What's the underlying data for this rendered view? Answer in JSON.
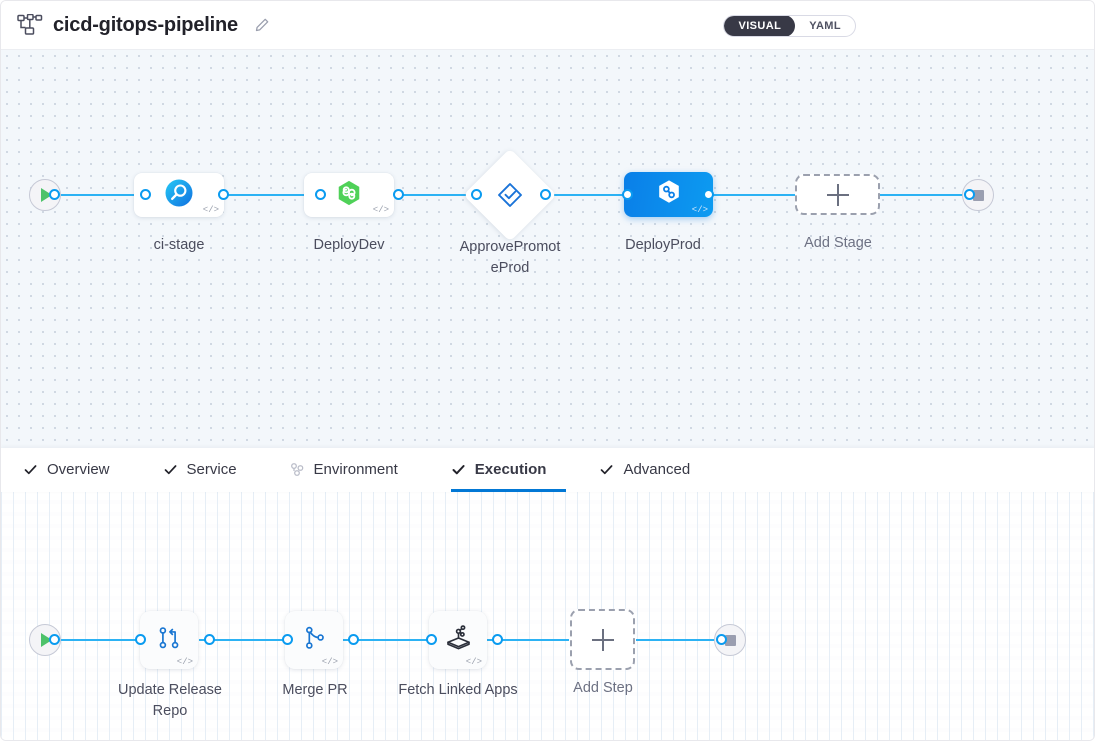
{
  "header": {
    "icon": "pipeline-nodes-icon",
    "title": "cicd-gitops-pipeline",
    "edit_icon": "pencil-icon",
    "mode_toggle": {
      "options": [
        "VISUAL",
        "YAML"
      ],
      "selected": "VISUAL"
    }
  },
  "stage_flow": {
    "start_node": {
      "icon": "play-icon"
    },
    "end_node": {
      "icon": "stop-icon"
    },
    "stages": [
      {
        "label": "ci-stage",
        "icon": "sonar-scan-icon",
        "type": "card",
        "selected": false,
        "badge": "</>"
      },
      {
        "label": "DeployDev",
        "icon": "harness-hexagon-icon",
        "type": "card",
        "selected": false,
        "badge": "</>"
      },
      {
        "label": "ApprovePromot\neProd",
        "icon": "approval-check-icon",
        "type": "diamond",
        "selected": false,
        "badge": ""
      },
      {
        "label": "DeployProd",
        "icon": "harness-hexagon-icon",
        "type": "card",
        "selected": true,
        "badge": "</>"
      }
    ],
    "add_stage": {
      "label": "Add Stage",
      "icon": "plus-icon"
    }
  },
  "tabs": [
    {
      "label": "Overview",
      "icon": "check-icon",
      "active": false
    },
    {
      "label": "Service",
      "icon": "check-icon",
      "active": false
    },
    {
      "label": "Environment",
      "icon": "infrastructure-icon",
      "active": false
    },
    {
      "label": "Execution",
      "icon": "check-icon",
      "active": true
    },
    {
      "label": "Advanced",
      "icon": "check-icon",
      "active": false
    }
  ],
  "step_flow": {
    "start_node": {
      "icon": "play-icon"
    },
    "end_node": {
      "icon": "stop-icon"
    },
    "steps": [
      {
        "label": "Update Release\nRepo",
        "icon": "git-merge-icon",
        "badge": "</>"
      },
      {
        "label": "Merge PR",
        "icon": "git-branch-icon",
        "badge": "</>"
      },
      {
        "label": "Fetch Linked\nApps",
        "icon": "argocd-icon",
        "badge": "</>"
      }
    ],
    "add_step": {
      "label": "Add Step",
      "icon": "plus-icon"
    }
  },
  "colors": {
    "accent_blue": "#0278d5",
    "edge_blue": "#2cb2f4",
    "port_blue": "#0a9bf0",
    "selected_stage": "#0a7fe8",
    "play_green": "#4dc26a",
    "canvas_top_bg": "#f3f7fb",
    "canvas_bottom_bg": "#fdfdfe",
    "toggle_active_bg": "#383946"
  }
}
